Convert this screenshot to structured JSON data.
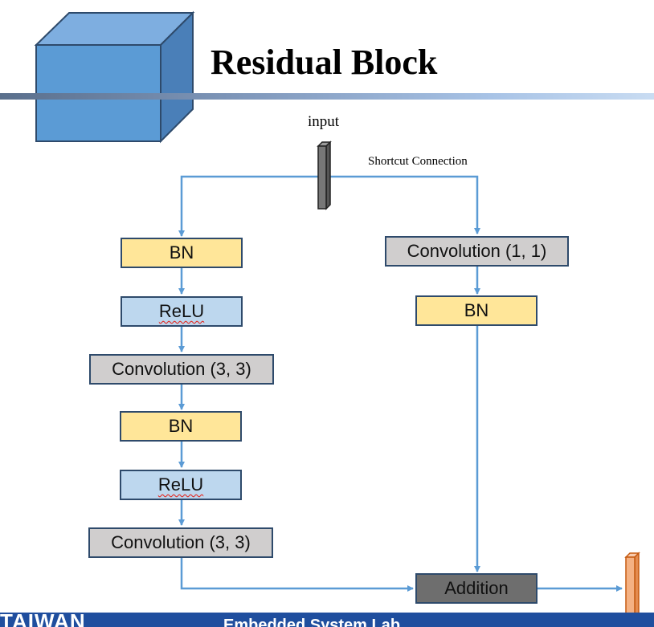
{
  "slide": {
    "title": "Residual Block"
  },
  "labels": {
    "input": "input",
    "shortcut": "Shortcut Connection"
  },
  "main_path": [
    {
      "type": "bn",
      "label": "BN"
    },
    {
      "type": "relu",
      "label": "ReLU"
    },
    {
      "type": "conv",
      "label": "Convolution (3, 3)"
    },
    {
      "type": "bn",
      "label": "BN"
    },
    {
      "type": "relu",
      "label": "ReLU"
    },
    {
      "type": "conv",
      "label": "Convolution (3, 3)"
    }
  ],
  "shortcut_path": [
    {
      "type": "conv",
      "label": "Convolution (1, 1)"
    },
    {
      "type": "bn",
      "label": "BN"
    }
  ],
  "addition": {
    "label": "Addition"
  },
  "footer": {
    "left": "TAIWAN",
    "middle": "Embedded System Lab"
  },
  "colors": {
    "bn": "#ffe699",
    "relu": "#bdd7ee",
    "conv": "#d0cece",
    "addition": "#6e6e6e",
    "wire": "#5b9bd5",
    "cube": "#5b9bd5",
    "footer": "#1f4e9e",
    "output_tensor": "#f4b183"
  }
}
